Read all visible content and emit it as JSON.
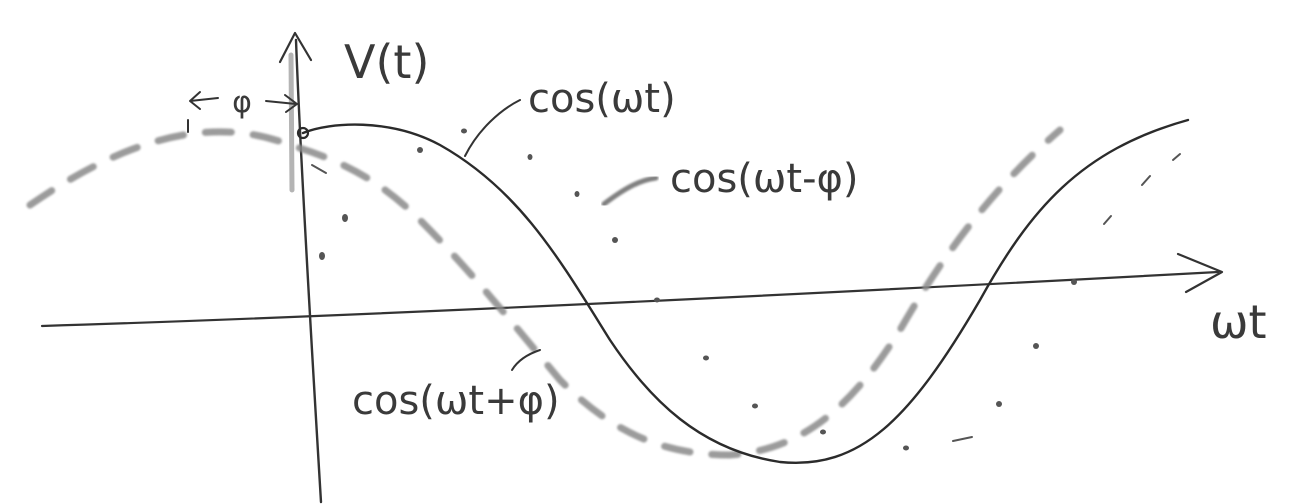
{
  "diagram": {
    "y_axis_label": "V(t)",
    "x_axis_label": "ωt",
    "phase_label": "φ",
    "curves": [
      {
        "id": "reference",
        "label": "cos(ωt)",
        "style": "solid"
      },
      {
        "id": "lagging",
        "label": "cos(ωt-φ)",
        "style": "dotted"
      },
      {
        "id": "leading",
        "label": "cos(ωt+φ)",
        "style": "dashed"
      }
    ],
    "colors": {
      "ink": "#2b2b2b",
      "pencil": "#8a8a8a",
      "dots": "#555555"
    }
  }
}
